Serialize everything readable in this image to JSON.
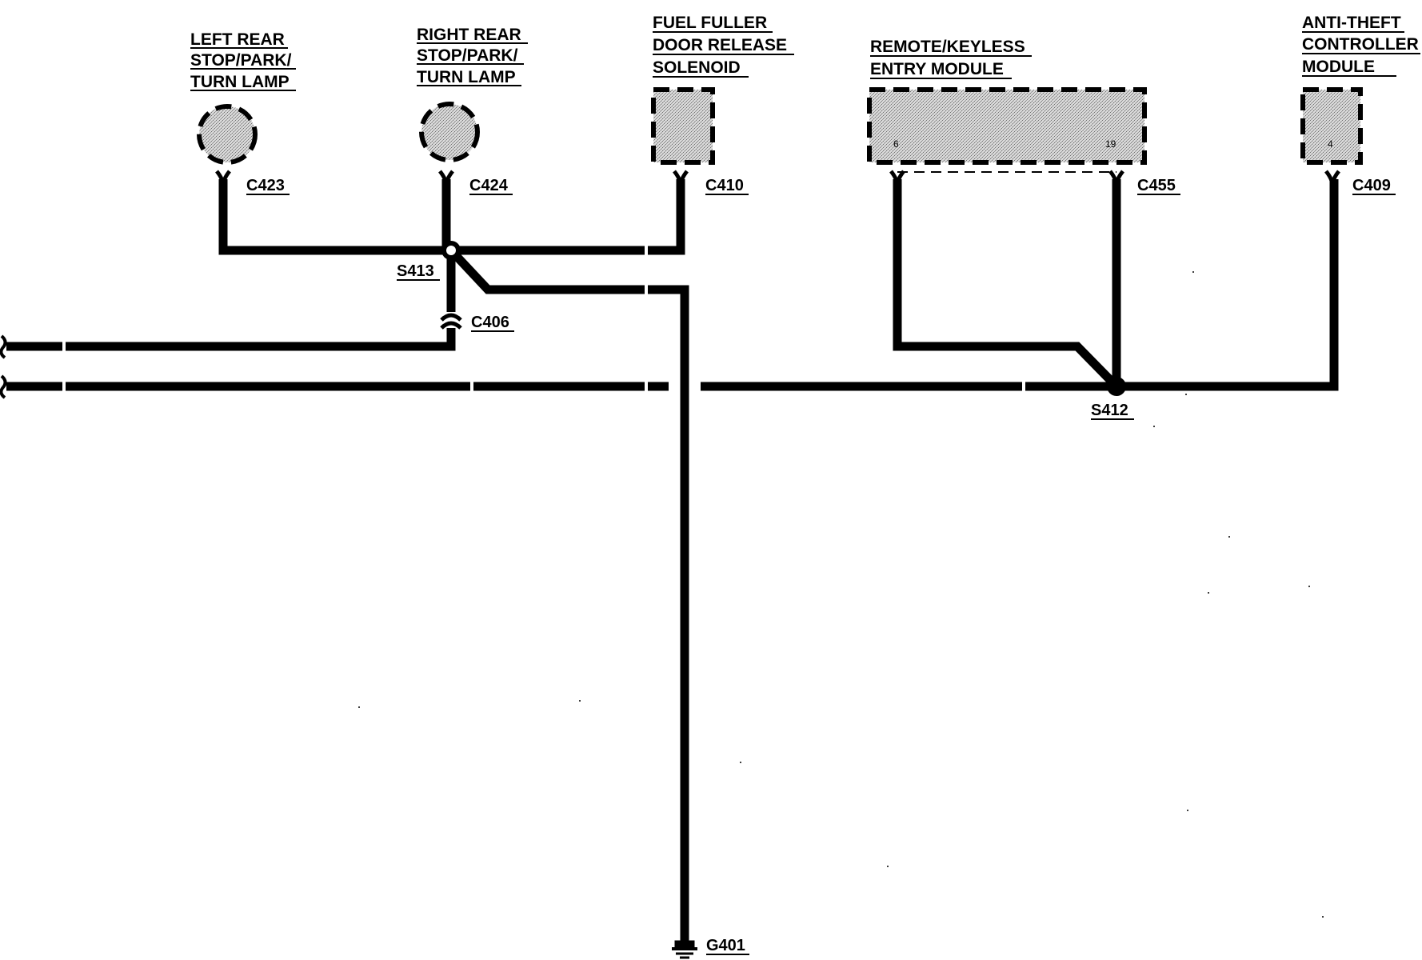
{
  "components": {
    "left_rear_lamp": {
      "lines": [
        "LEFT REAR",
        "STOP/PARK/",
        "TURN LAMP"
      ],
      "connector": "C423"
    },
    "right_rear_lamp": {
      "lines": [
        "RIGHT REAR",
        "STOP/PARK/",
        "TURN LAMP"
      ],
      "connector": "C424"
    },
    "fuel_filler_solenoid": {
      "lines": [
        "FUEL FULLER",
        "DOOR RELEASE",
        "SOLENOID"
      ],
      "connector": "C410"
    },
    "remote_keyless_module": {
      "lines": [
        "REMOTE/KEYLESS",
        "ENTRY MODULE"
      ],
      "connector": "C455",
      "pins": [
        "6",
        "19"
      ]
    },
    "anti_theft_module": {
      "lines": [
        "ANTI-THEFT",
        "CONTROLLER",
        "MODULE"
      ],
      "connector": "C409",
      "pins": [
        "4"
      ]
    }
  },
  "connectors": {
    "c406": "C406"
  },
  "splices": {
    "s413": "S413",
    "s412": "S412"
  },
  "ground": {
    "g401": "G401"
  },
  "colors": {
    "line": "#000000",
    "stipple": "#9a9a9a",
    "background": "#ffffff"
  }
}
